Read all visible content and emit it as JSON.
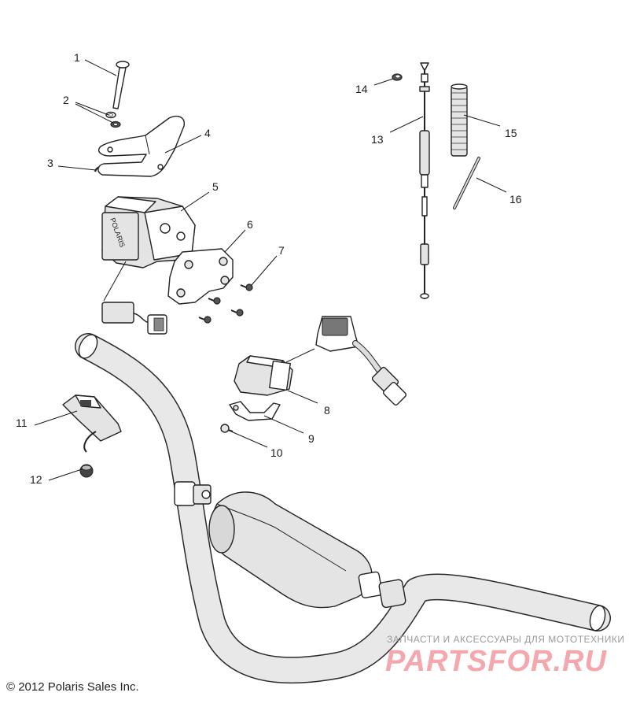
{
  "callouts": [
    "1",
    "2",
    "3",
    "4",
    "5",
    "6",
    "7",
    "8",
    "9",
    "10",
    "11",
    "12",
    "13",
    "14",
    "15",
    "16"
  ],
  "copyright": "© 2012 Polaris Sales Inc.",
  "watermark": {
    "tagline": "ЗАПЧАСТИ И АКСЕССУАРЫ ДЛЯ МОТОТЕХНИКИ",
    "brand": "PARTSFOR.RU"
  },
  "colors": {
    "watermark": "#f4a8ae",
    "lines": "#222222"
  }
}
